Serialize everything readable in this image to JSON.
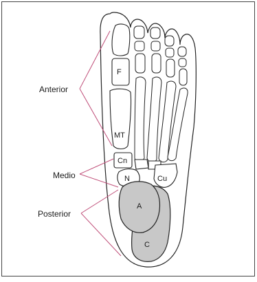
{
  "regions": {
    "anterior": "Anterior",
    "medio": "Medio",
    "posterior": "Posterior"
  },
  "bones": {
    "f": "F",
    "mt": "MT",
    "cn": "Cn",
    "n": "N",
    "cu": "Cu",
    "a": "A",
    "c": "C"
  },
  "colors": {
    "leader_line": "#c0507a",
    "outline": "#222222",
    "shaded_bone": "#c8c8c8",
    "frame_border": "#444444"
  }
}
